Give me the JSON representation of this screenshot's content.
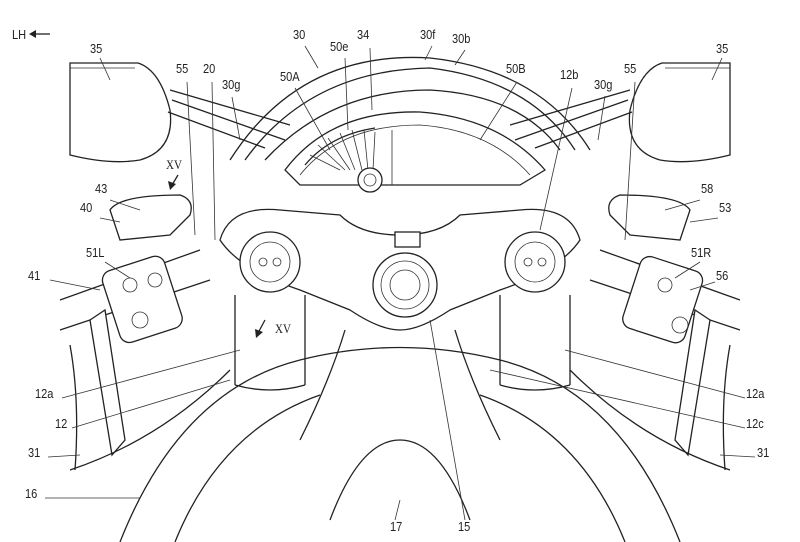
{
  "figure": {
    "direction_label": "LH",
    "labels": {
      "mirror_left": "35",
      "mirror_right": "35",
      "windscreen": "30",
      "meter_edge": "50e",
      "meter_unit": "34",
      "screen_front": "30f",
      "screen_back": "30b",
      "bolt_left": "55",
      "bolt_right": "55",
      "top_bridge": "20",
      "garnish_left": "30g",
      "garnish_right": "30g",
      "display_a": "50A",
      "display_b": "50B",
      "fork_top": "12b",
      "section_top": "XV",
      "section_bottom": "XV",
      "reservoir_left": "43",
      "master_left": "40",
      "reservoir_right": "58",
      "master_right": "53",
      "switch_left": "51L",
      "lever_left": "41",
      "switch_right": "51R",
      "lever_right": "56",
      "fork_tube_left": "12a",
      "fork_tube_right": "12a",
      "fork": "12",
      "fork_clamp": "12c",
      "cowl_left": "31",
      "cowl_right": "31",
      "tank": "16",
      "tank_recess": "17",
      "stem_nut": "15"
    }
  }
}
